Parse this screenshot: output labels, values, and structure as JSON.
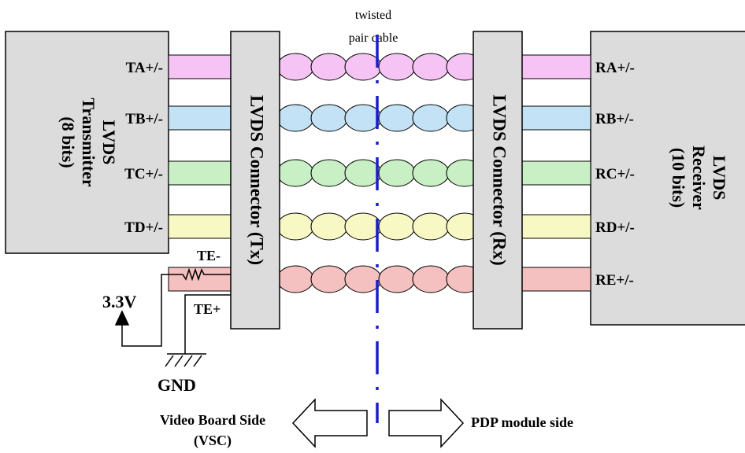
{
  "cable_label": [
    "twisted",
    "pair cable"
  ],
  "transmitter": {
    "lines": [
      "LVDS",
      "Transmitter",
      "(8 bits)"
    ]
  },
  "receiver": {
    "lines": [
      "LVDS",
      "Receiver",
      "(10 bits)"
    ]
  },
  "tx_connector": "LVDS Connector (Tx)",
  "rx_connector": "LVDS Connector (Rx)",
  "channels": [
    {
      "tx": "TA+/-",
      "rx": "RA+/-",
      "color": "#f5c4f5"
    },
    {
      "tx": "TB+/-",
      "rx": "RB+/-",
      "color": "#c4e2f5"
    },
    {
      "tx": "TC+/-",
      "rx": "RC+/-",
      "color": "#c8f0c4"
    },
    {
      "tx": "TD+/-",
      "rx": "RD+/-",
      "color": "#f8f8c4"
    },
    {
      "tx": "",
      "rx": "RE+/-",
      "color": "#f5c0c0"
    }
  ],
  "te_minus": "TE-",
  "te_plus": "TE+",
  "voltage": "3.3V",
  "ground": "GND",
  "left_side": [
    "Video Board Side",
    "(VSC)"
  ],
  "right_side": "PDP module side",
  "colors": {
    "box_fill": "#dcdcdc",
    "divider": "#1c1ccc",
    "line": "#000000"
  }
}
